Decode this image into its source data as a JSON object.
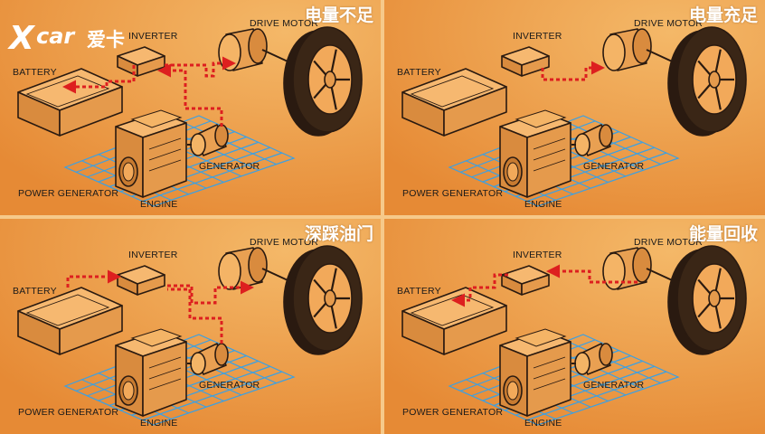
{
  "brand": {
    "x": "X",
    "car": "car",
    "cn": "爱卡"
  },
  "labels": {
    "inverter": "INVERTER",
    "drive_motor": "DRIVE MOTOR",
    "battery": "BATTERY",
    "generator": "GENERATOR",
    "power_generator": "POWER GENERATOR",
    "engine": "ENGINE"
  },
  "colors": {
    "background_light": "#f4b868",
    "background_dark": "#e68a35",
    "flow_arrow": "#dd1f1f",
    "grid": "#3aa0e4",
    "outline": "#2a1a10",
    "component_fill": "#f2a95a",
    "title_text": "#ffffff"
  },
  "panels": [
    {
      "title": "电量不足"
    },
    {
      "title": "电量充足"
    },
    {
      "title": "深踩油门"
    },
    {
      "title": "能量回收"
    }
  ]
}
